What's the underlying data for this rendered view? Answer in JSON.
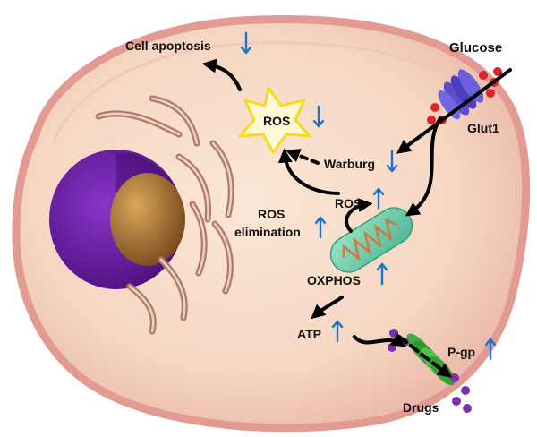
{
  "labels": {
    "glucose": "Glucose",
    "glut1": "Glut1",
    "cell_apoptosis": "Cell apoptosis",
    "ros_top": "ROS",
    "warburg": "Warburg",
    "ros_mid": "ROS",
    "ros_elimination_1": "ROS",
    "ros_elimination_2": "elimination",
    "oxphos": "OXPHOS",
    "atp": "ATP",
    "pgp": "P-gp",
    "drugs": "Drugs"
  },
  "indicators": {
    "cell_apoptosis": "down",
    "ros_top": "down",
    "warburg": "down",
    "ros_mid": "up",
    "ros_elimination": "up",
    "oxphos": "up",
    "atp": "up",
    "pgp": "up"
  },
  "colors": {
    "cell_fill": "#f7dcc9",
    "cell_membrane": "#e59a93",
    "nucleus": "#6a1fa3",
    "nucleolus": "#c98a3d",
    "golgi": "#b07a67",
    "mitochondria": "#7bd4b5",
    "ros_star_stroke": "#f2dc1f",
    "indicator_arrow": "#1a74c9",
    "glucose_dot": "#d9242a",
    "glut1": "#5a4ed1",
    "pgp": "#3fae3b",
    "drug_dot": "#7a2fb0"
  }
}
